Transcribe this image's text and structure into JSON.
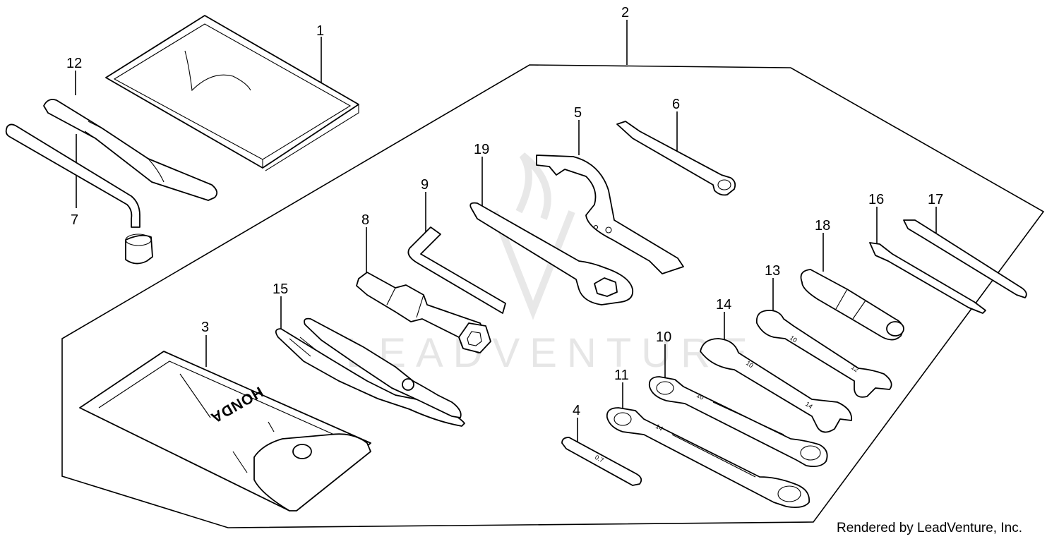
{
  "credit": "Rendered by LeadVenture, Inc.",
  "watermark": {
    "text": "LEADVENTURE"
  },
  "stamped_text": {
    "pouch_brand": "HONDA",
    "wrench_small_a": "10",
    "wrench_small_b": "14",
    "wrench_13_a": "10",
    "wrench_13_b": "12",
    "ratchet_10": "10",
    "ratchet_11": "14",
    "gauge_4": "0.7"
  },
  "callouts": [
    "1",
    "2",
    "3",
    "4",
    "5",
    "6",
    "7",
    "8",
    "9",
    "10",
    "11",
    "12",
    "13",
    "14",
    "15",
    "16",
    "17",
    "18",
    "19"
  ]
}
